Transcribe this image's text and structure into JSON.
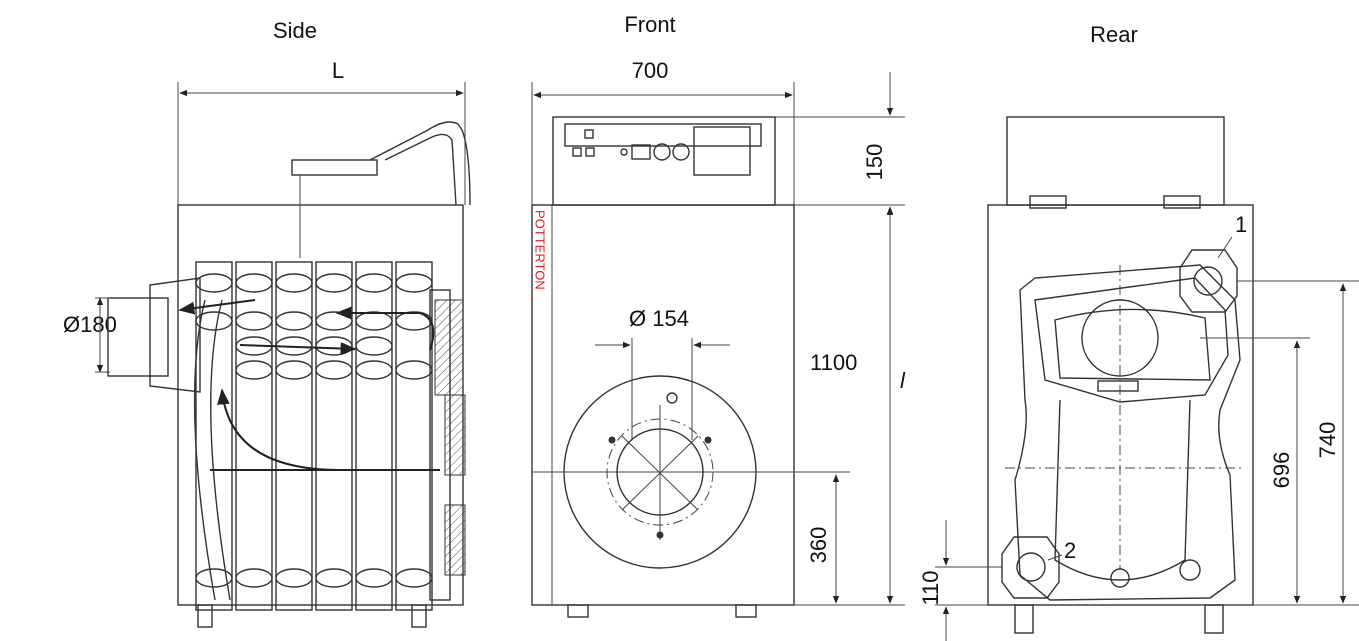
{
  "views": {
    "side": "Side",
    "front": "Front",
    "rear": "Rear"
  },
  "dimensions": {
    "length": "L",
    "width": "700",
    "panel_height": "150",
    "flue_diameter": "Ø180",
    "burner_diameter": "Ø 154",
    "height": "1100",
    "height_symbol": "l",
    "burner_height": "360",
    "connection_1_height": "740",
    "connection_upper_height": "696",
    "connection_2_height": "110"
  },
  "callouts": {
    "connection_1": "1",
    "connection_2": "2"
  },
  "branding": {
    "logo_text": "POTTERTON",
    "logo_color": "#e02020"
  }
}
